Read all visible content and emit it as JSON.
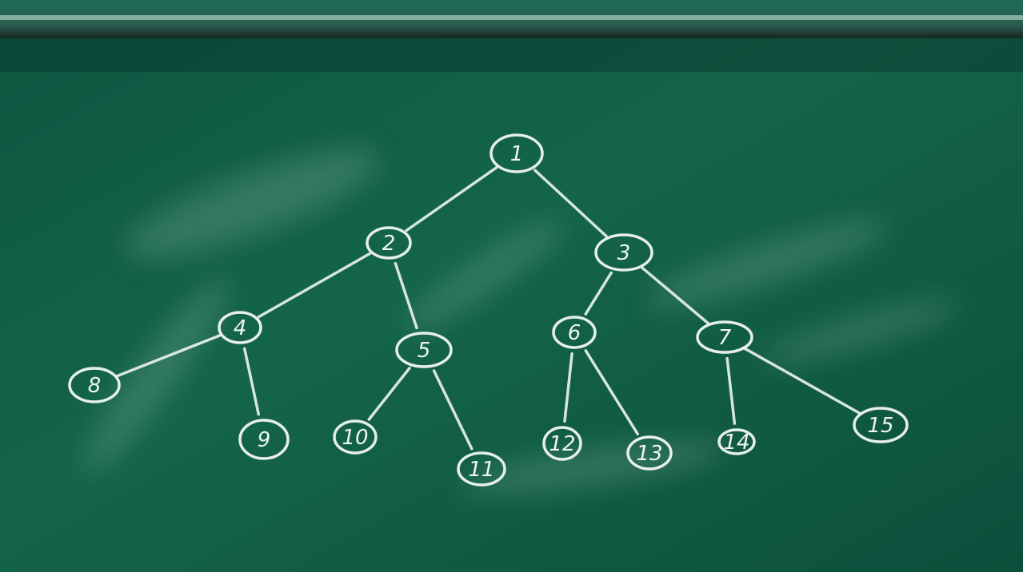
{
  "diagram": {
    "type": "binary-tree",
    "nodes": [
      {
        "id": "1",
        "label": "1"
      },
      {
        "id": "2",
        "label": "2"
      },
      {
        "id": "3",
        "label": "3"
      },
      {
        "id": "4",
        "label": "4"
      },
      {
        "id": "5",
        "label": "5"
      },
      {
        "id": "6",
        "label": "6"
      },
      {
        "id": "7",
        "label": "7"
      },
      {
        "id": "8",
        "label": "8"
      },
      {
        "id": "9",
        "label": "9"
      },
      {
        "id": "10",
        "label": "10"
      },
      {
        "id": "11",
        "label": "11"
      },
      {
        "id": "12",
        "label": "12"
      },
      {
        "id": "13",
        "label": "13"
      },
      {
        "id": "14",
        "label": "14"
      },
      {
        "id": "15",
        "label": "15"
      }
    ],
    "edges": [
      [
        "1",
        "2"
      ],
      [
        "1",
        "3"
      ],
      [
        "2",
        "4"
      ],
      [
        "2",
        "5"
      ],
      [
        "3",
        "6"
      ],
      [
        "3",
        "7"
      ],
      [
        "4",
        "8"
      ],
      [
        "4",
        "9"
      ],
      [
        "5",
        "10"
      ],
      [
        "5",
        "11"
      ],
      [
        "6",
        "12"
      ],
      [
        "6",
        "13"
      ],
      [
        "7",
        "14"
      ],
      [
        "7",
        "15"
      ]
    ],
    "colors": {
      "board": "#0f5a44",
      "chalk": "#eef5ef",
      "frame": "#2b3a35"
    }
  }
}
